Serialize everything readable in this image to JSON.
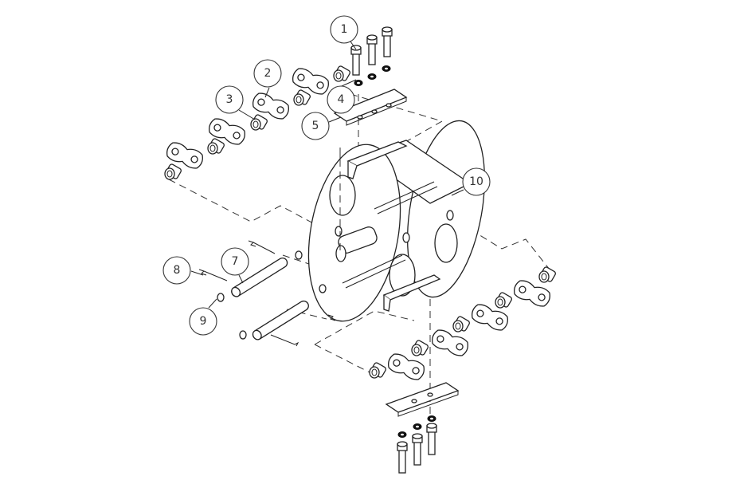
{
  "diagram": {
    "type": "exploded assembly drawing",
    "balloons": [
      {
        "id": "1",
        "label": "1"
      },
      {
        "id": "2",
        "label": "2"
      },
      {
        "id": "3",
        "label": "3"
      },
      {
        "id": "4",
        "label": "4"
      },
      {
        "id": "5",
        "label": "5"
      },
      {
        "id": "7",
        "label": "7"
      },
      {
        "id": "8",
        "label": "8"
      },
      {
        "id": "9",
        "label": "9"
      },
      {
        "id": "10",
        "label": "10"
      }
    ]
  }
}
